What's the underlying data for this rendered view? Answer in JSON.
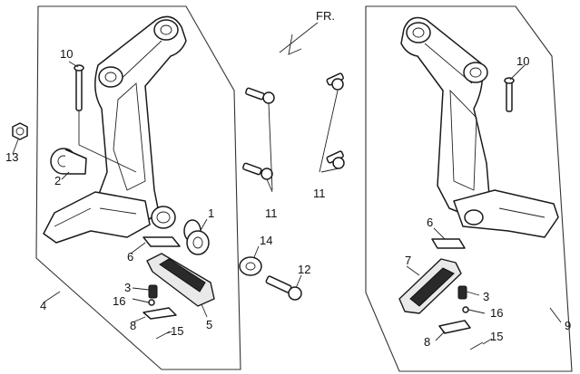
{
  "direction_label": "FR.",
  "labels": {
    "p1": "1",
    "p2": "2",
    "p3_left": "3",
    "p3_right": "3",
    "p4": "4",
    "p5": "5",
    "p6_left": "6",
    "p6_right": "6",
    "p7": "7",
    "p8_left": "8",
    "p8_right": "8",
    "p9": "9",
    "p10_left": "10",
    "p10_right": "10",
    "p11_mid": "11",
    "p11_right": "11",
    "p12": "12",
    "p13": "13",
    "p14": "14",
    "p15_left": "15",
    "p15_right": "15",
    "p16_left": "16",
    "p16_right": "16"
  }
}
